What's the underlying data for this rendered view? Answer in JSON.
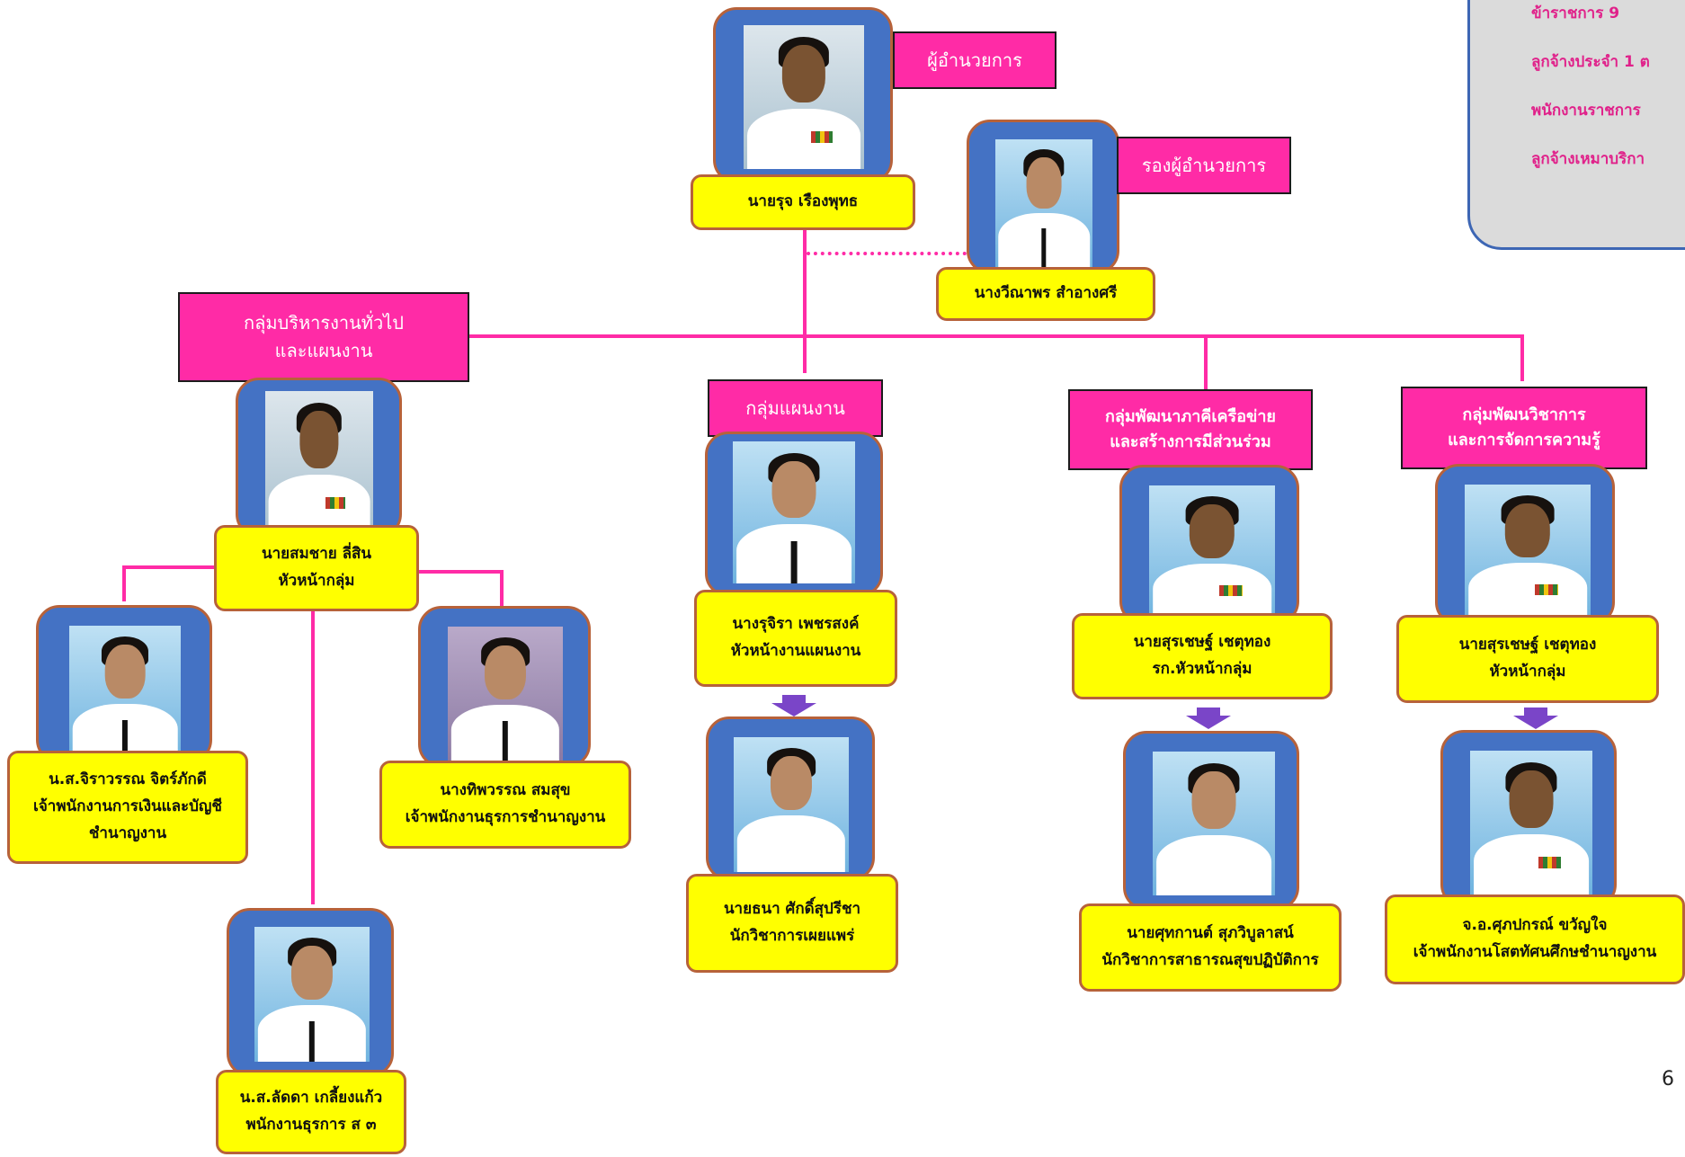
{
  "director": {
    "title": "ผู้อำนวยการ",
    "name": "นายรุจ เรืองพุทธ"
  },
  "deputy": {
    "title": "รองผู้อำนวยการ",
    "name": "นางวีณาพร สำอางศรี"
  },
  "groups": {
    "admin": {
      "title": "กลุ่มบริหารงานทั่วไป\nและแผนงาน",
      "head": "นายสมชาย ลี่สิน\nหัวหน้ากลุ่ม",
      "staff": [
        "น.ส.จิราวรรณ จิตร์ภักดี\nเจ้าพนักงานการเงินและบัญชี\nชำนาญงาน",
        "นางทิพวรรณ สมสุข\nเจ้าพนักงานธุรการชำนาญงาน",
        "น.ส.ลัดดา เกลี้ยงแก้ว\nพนักงานธุรการ ส ๓"
      ]
    },
    "plan": {
      "title": "กลุ่มแผนงาน",
      "head": "นางรุจิรา เพชรสงค์\nหัวหน้างานแผนงาน",
      "staff": "นายธนา ศักดิ์สุปรีชา\nนักวิชาการเผยแพร่"
    },
    "network": {
      "title": "กลุ่มพัฒนาภาคีเครือข่าย\nและสร้างการมีส่วนร่วม",
      "head": "นายสุรเชษฐ์ เชตุทอง\nรก.หัวหน้ากลุ่ม",
      "staff": "นายศุทกานต์ สุภวิบูลาสน์\nนักวิชาการสาธารณสุขปฏิบัติการ"
    },
    "academic": {
      "title": "กลุ่มพัฒนวิชาการ\nและการจัดการความรู้",
      "head": "นายสุรเชษฐ์ เชตุทอง\nหัวหน้ากลุ่ม",
      "staff": "จ.อ.ศุภปกรณ์  ขวัญใจ\nเจ้าพนักงานโสตทัศนศึกษชำนาญงาน"
    }
  },
  "summary": [
    "ข้าราชการ     9",
    "ลูกจ้างประจำ 1 ต",
    "พนักงานราชการ",
    "ลูกจ้างเหมาบริกา"
  ],
  "page_number": "6",
  "colors": {
    "connector": "#ff2ba6",
    "header_bg": "#ff2ba6",
    "name_bg": "#ffff00",
    "frame": "#4472c4",
    "arrow": "#7a45c8",
    "summary_text": "#e0218a"
  }
}
